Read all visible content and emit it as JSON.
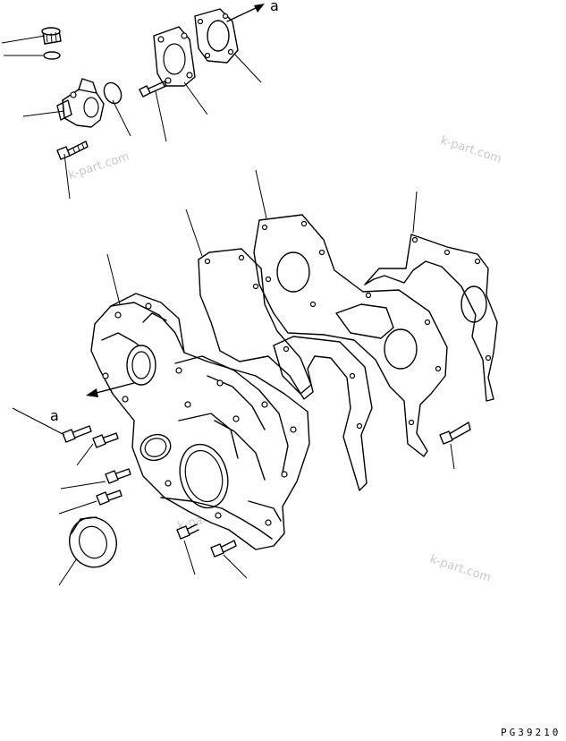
{
  "labels": {
    "ref_a_top": "a",
    "ref_a_left": "a"
  },
  "watermarks": [
    "k-part.com",
    "k-part.com",
    "k-part.com",
    "k-part.com"
  ],
  "drawing_code": "PG39210"
}
